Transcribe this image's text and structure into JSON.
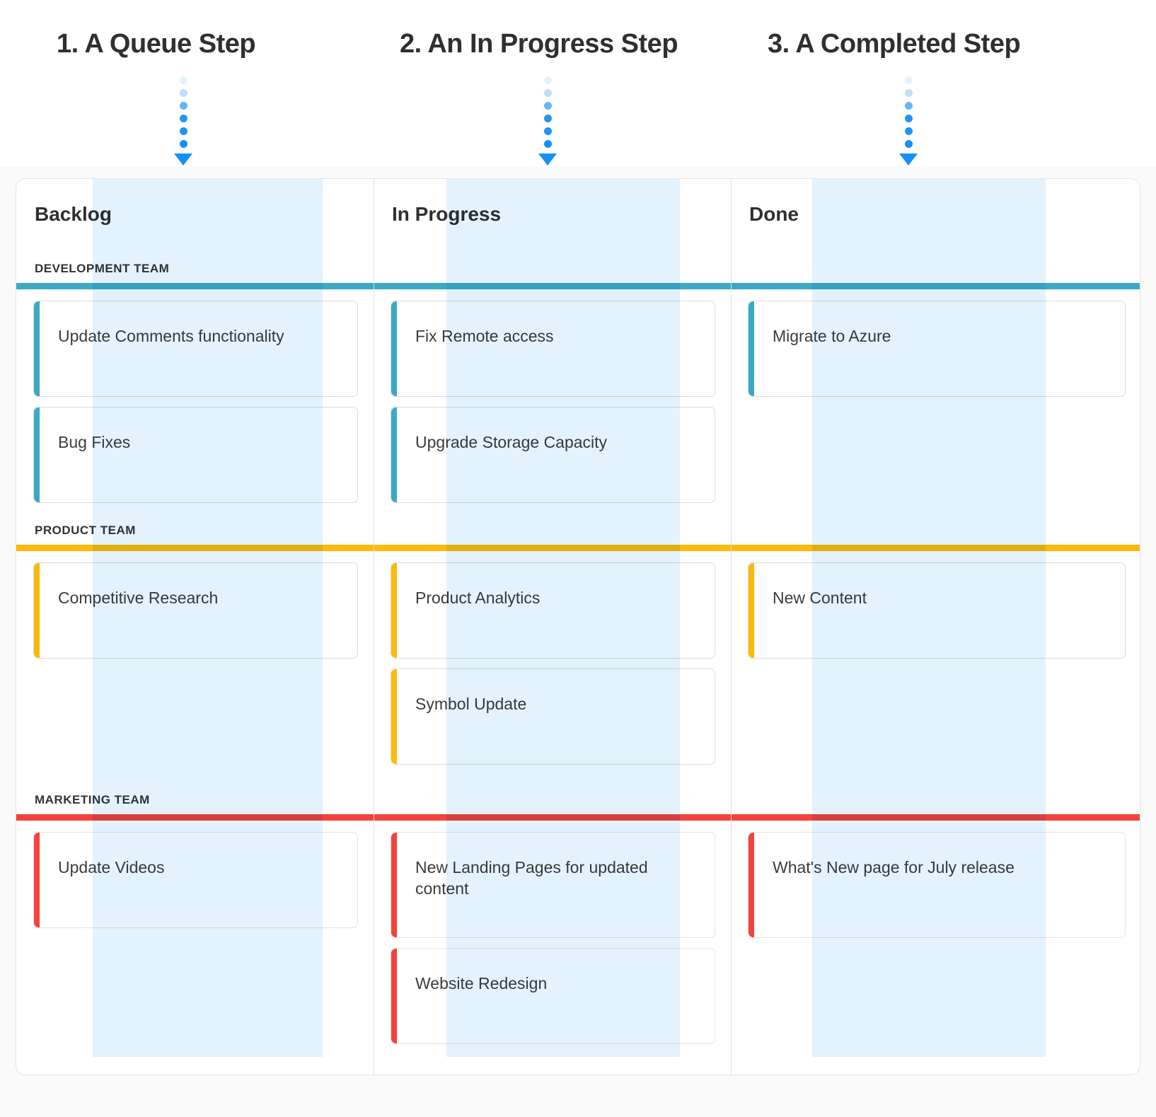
{
  "steps": [
    {
      "title": "1. A Queue Step",
      "arrow": "down-arrow-icon"
    },
    {
      "title": "2. An In Progress Step",
      "arrow": "down-arrow-icon"
    },
    {
      "title": "3. A Completed Step",
      "arrow": "down-arrow-icon"
    }
  ],
  "board": {
    "columns": [
      {
        "title": "Backlog"
      },
      {
        "title": "In Progress"
      },
      {
        "title": "Done"
      }
    ],
    "swimlanes": [
      {
        "label": "DEVELOPMENT TEAM",
        "color": "#3ba9c4",
        "accent": "teal"
      },
      {
        "label": "PRODUCT TEAM",
        "color": "#fcb90a",
        "accent": "yellow"
      },
      {
        "label": "MARKETING TEAM",
        "color": "#f4423c",
        "accent": "red"
      }
    ],
    "cards": {
      "dev_backlog": [
        {
          "text": "Update Comments functionality"
        },
        {
          "text": "Bug Fixes"
        }
      ],
      "dev_inprogress": [
        {
          "text": "Fix Remote access"
        },
        {
          "text": "Upgrade Storage Capacity"
        }
      ],
      "dev_done": [
        {
          "text": "Migrate to Azure"
        }
      ],
      "prod_backlog": [
        {
          "text": "Competitive Research"
        }
      ],
      "prod_inprogress": [
        {
          "text": "Product Analytics"
        },
        {
          "text": "Symbol Update"
        }
      ],
      "prod_done": [
        {
          "text": "New Content"
        }
      ],
      "mkt_backlog": [
        {
          "text": "Update Videos"
        }
      ],
      "mkt_inprogress": [
        {
          "text": "New Landing Pages for updated content"
        },
        {
          "text": "Website Redesign"
        }
      ],
      "mkt_done": [
        {
          "text": "What's New page for July release"
        }
      ]
    }
  },
  "colors": {
    "development": "#3ba9c4",
    "product": "#fcb90a",
    "marketing": "#f4423c",
    "highlight_band": "#e3f2fd",
    "arrow": "#1490f7",
    "board_background": "#fafafa",
    "card_background": "#ffffff"
  }
}
